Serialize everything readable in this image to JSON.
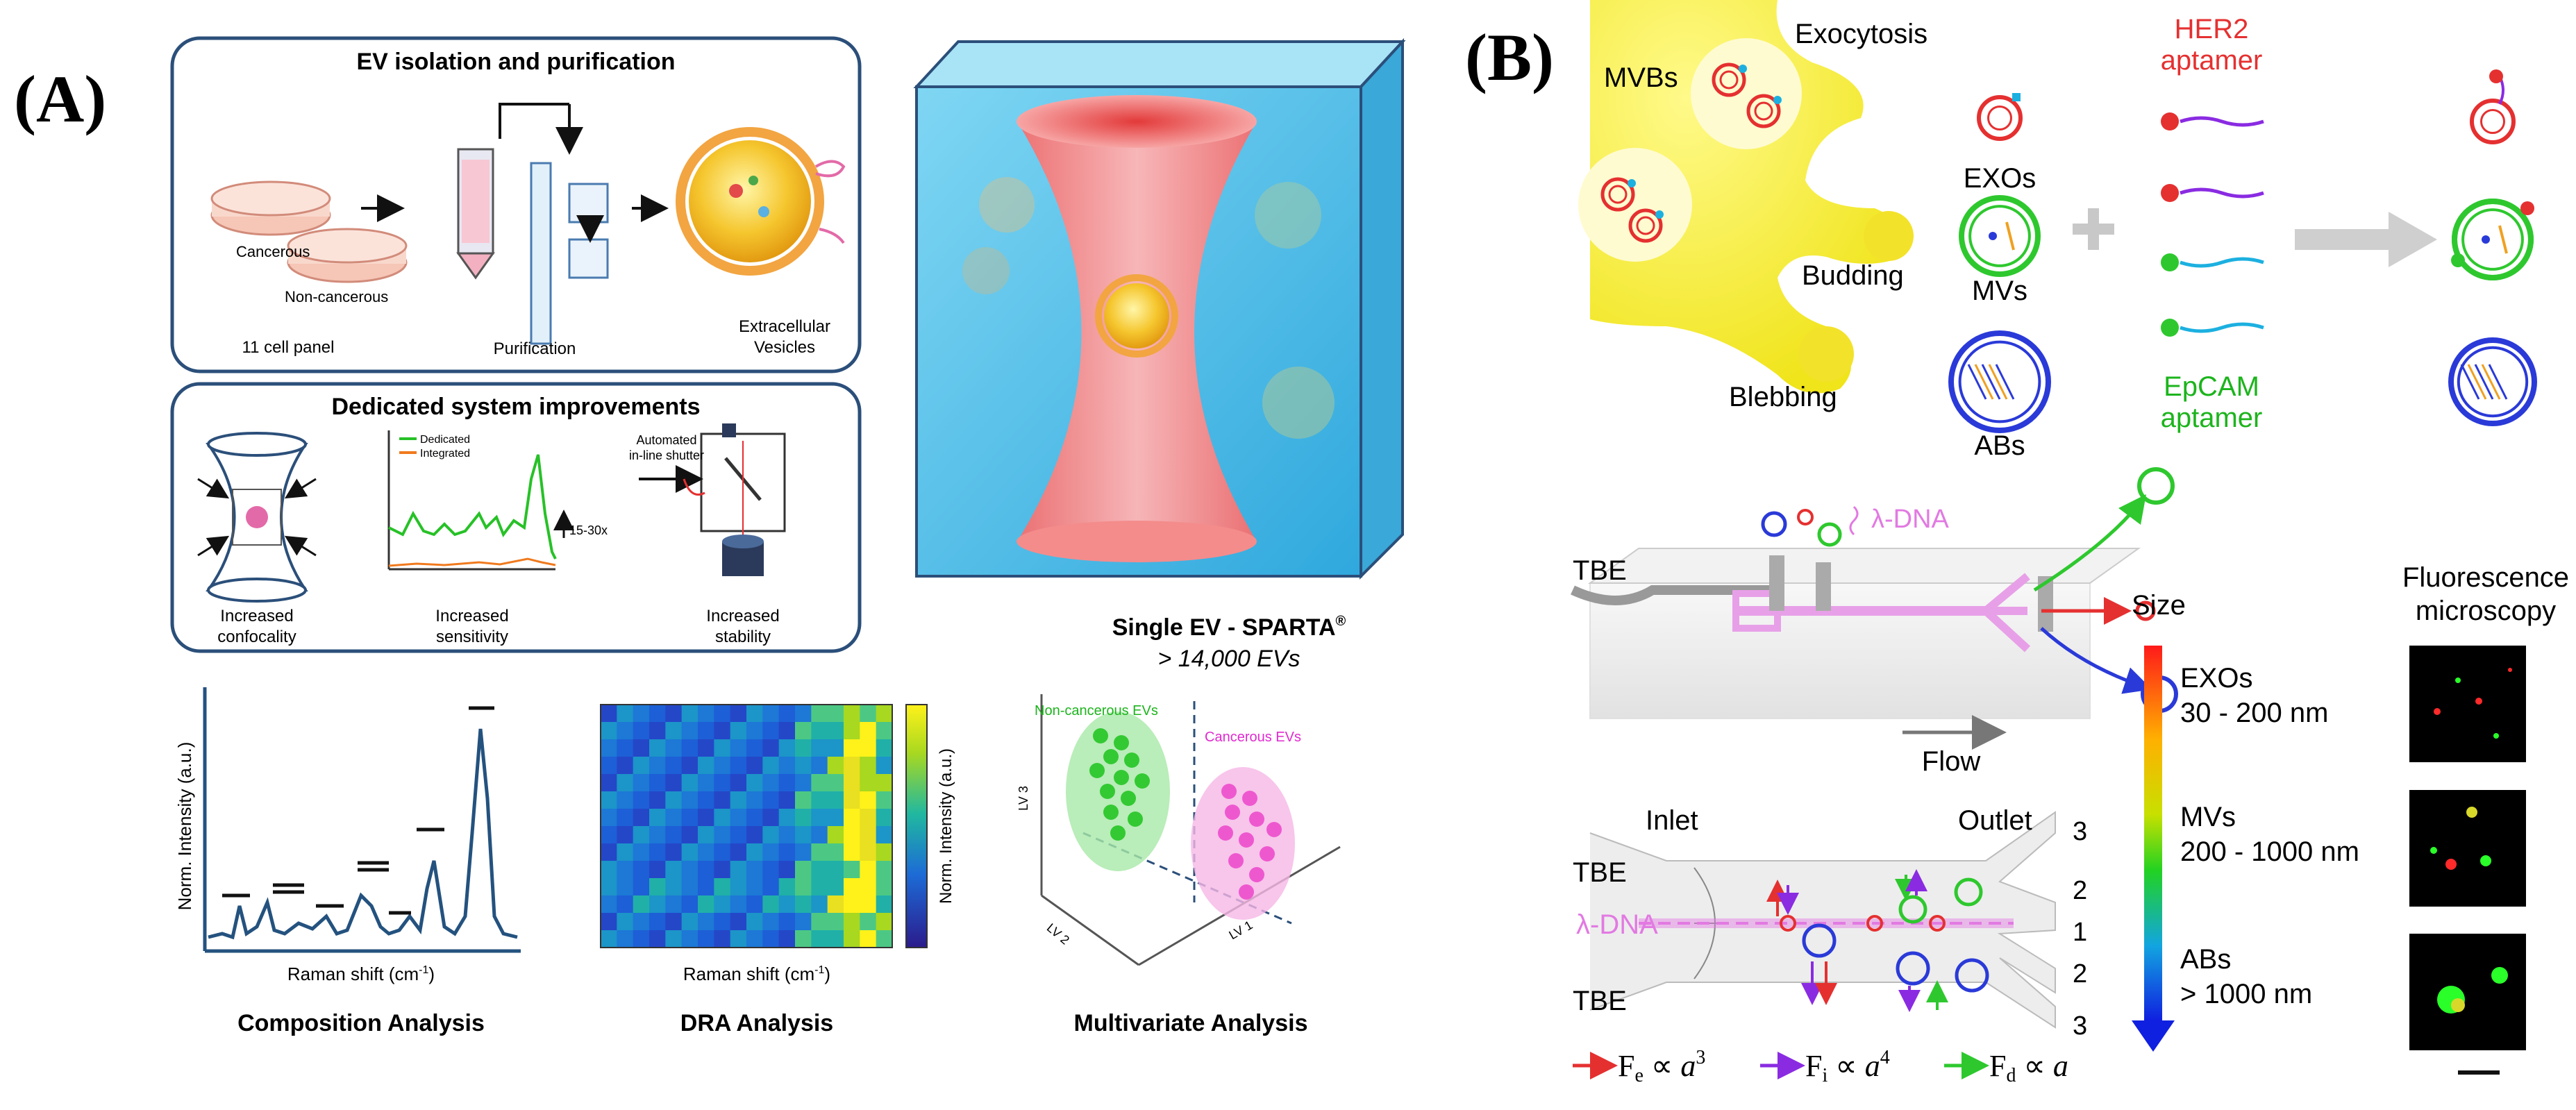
{
  "panel_a": {
    "label": "(A)",
    "box1": {
      "title": "EV isolation and purification",
      "cancerous": "Cancerous",
      "non_cancerous": "Non-cancerous",
      "cell_panel": "11 cell panel",
      "purification": "Purification",
      "extracellular_line1": "Extracellular",
      "extracellular_line2": "Vesicles"
    },
    "box2": {
      "title": "Dedicated system improvements",
      "legend_dedicated": "Dedicated",
      "legend_integrated": "Integrated",
      "fold": "15-30x",
      "shutter_line1": "Automated",
      "shutter_line2": "in-line shutter",
      "conf_line1": "Increased",
      "conf_line2": "confocality",
      "sens_line1": "Increased",
      "sens_line2": "sensitivity",
      "stab_line1": "Increased",
      "stab_line2": "stability"
    },
    "sparta_title": "Single EV - SPARTA",
    "sparta_reg": "®",
    "sparta_count": "> 14,000 EVs",
    "composition": {
      "ylabel": "Norm. Intensity (a.u.)",
      "xlabel": "Raman shift (cm",
      "xlabel_sup": "-1",
      "xlabel_end": ")",
      "caption": "Composition Analysis"
    },
    "dra": {
      "cbar_label": "Norm. Intensity (a.u.)",
      "xlabel": "Raman shift (cm",
      "xlabel_sup": "-1",
      "xlabel_end": ")",
      "caption": "DRA Analysis"
    },
    "multivariate": {
      "noncancer_label": "Non-cancerous EVs",
      "cancer_label": "Cancerous EVs",
      "lv1": "LV 1",
      "lv2": "LV 2",
      "lv3": "LV 3",
      "caption": "Multivariate Analysis"
    }
  },
  "panel_b": {
    "label": "(B)",
    "mvbs": "MVBs",
    "exocytosis": "Exocytosis",
    "budding": "Budding",
    "blebbing": "Blebbing",
    "exos": "EXOs",
    "mvs": "MVs",
    "abs": "ABs",
    "her2_line1": "HER2",
    "her2_line2": "aptamer",
    "epcam_line1": "EpCAM",
    "epcam_line2": "aptamer",
    "plus": "+",
    "tbe": "TBE",
    "lambda_dna": "λ-DNA",
    "flow": "Flow",
    "inlet": "Inlet",
    "outlet": "Outlet",
    "outlets": [
      "3",
      "2",
      "1",
      "2",
      "3"
    ],
    "tbe_top": "TBE",
    "tbe_bottom": "TBE",
    "lambda_dna_channel": "λ-DNA",
    "size_title": "Size",
    "exos_size_name": "EXOs",
    "exos_size_range": "30 - 200 nm",
    "mvs_size_name": "MVs",
    "mvs_size_range": "200 - 1000 nm",
    "abs_size_name": "ABs",
    "abs_size_range": "> 1000 nm",
    "fluor_line1": "Fluorescence",
    "fluor_line2": "microscopy",
    "forces": [
      {
        "F": "F",
        "sub": "e",
        "prop": " ∝ ",
        "a": "a",
        "exp": "3",
        "color": "#e53030"
      },
      {
        "F": "F",
        "sub": "i",
        "prop": " ∝ ",
        "a": "a",
        "exp": "4",
        "color": "#8a2be2"
      },
      {
        "F": "F",
        "sub": "d",
        "prop": " ∝ ",
        "a": "a",
        "exp": "",
        "color": "#2ec82e"
      }
    ]
  },
  "colors": {
    "box_border": "#2b4f7a",
    "beam_red": "#f06a6a",
    "cube_blue": "#5bc0e8",
    "spectrum_blue": "#24527f",
    "dedicated_green": "#27c127",
    "integrated_orange": "#f07a1e",
    "vesicle_yellow": "#f1e22a",
    "exo_red": "#e53030",
    "mv_green": "#2ec82e",
    "ab_blue": "#2a3ad8",
    "lambda_pink": "#e27ae2"
  },
  "icons": [
    "petri-dish-icon",
    "syringe-column-icon",
    "vesicle-icon",
    "optical-trap-icon",
    "shutter-icon",
    "microchannel-icon",
    "arrow-icon"
  ]
}
